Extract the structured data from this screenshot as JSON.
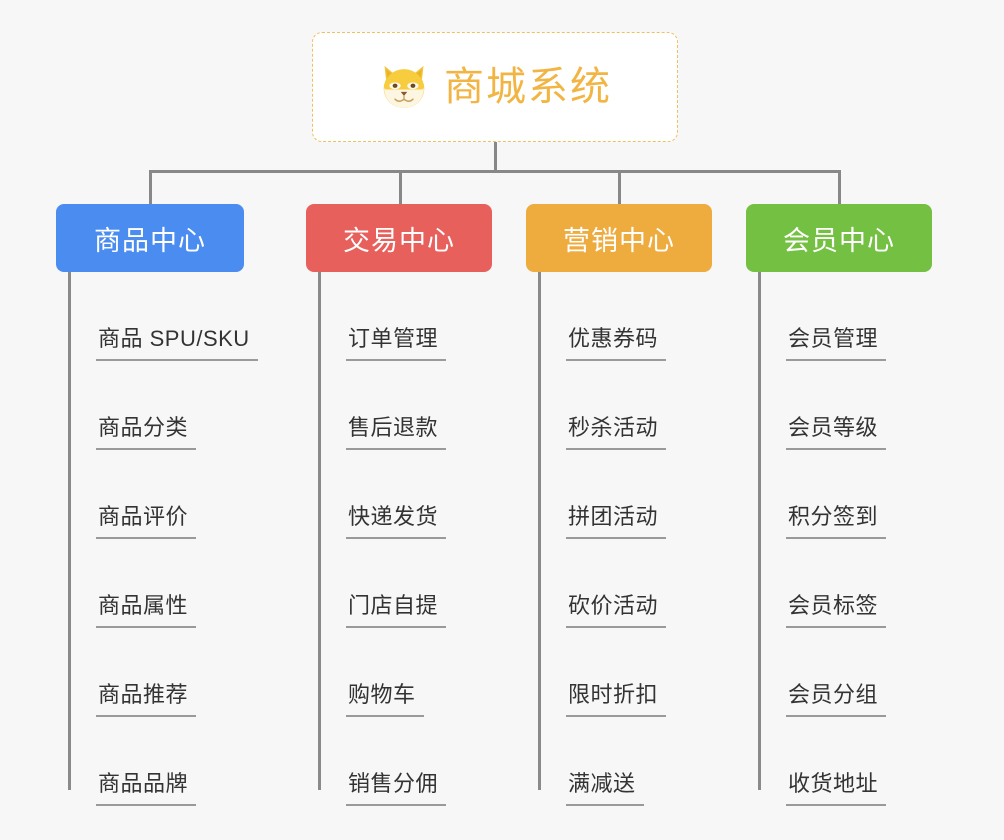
{
  "diagram": {
    "type": "mind-map",
    "background_color": "#f7f7f7",
    "root": {
      "title": "商城系统",
      "icon": "shiba-dog-emoji",
      "text_color": "#f2b544",
      "border_color": "#f0c060",
      "background_color": "#ffffff"
    },
    "connector_color": "#888888",
    "branches": [
      {
        "label": "商品中心",
        "color": "#4a8cf0",
        "text_color": "#ffffff",
        "items": [
          "商品 SPU/SKU",
          "商品分类",
          "商品评价",
          "商品属性",
          "商品推荐",
          "商品品牌"
        ]
      },
      {
        "label": "交易中心",
        "color": "#e8605c",
        "text_color": "#ffffff",
        "items": [
          "订单管理",
          "售后退款",
          "快递发货",
          "门店自提",
          "购物车",
          "销售分佣"
        ]
      },
      {
        "label": "营销中心",
        "color": "#eeab3e",
        "text_color": "#ffffff",
        "items": [
          "优惠券码",
          "秒杀活动",
          "拼团活动",
          "砍价活动",
          "限时折扣",
          "满减送"
        ]
      },
      {
        "label": "会员中心",
        "color": "#74c043",
        "text_color": "#ffffff",
        "items": [
          "会员管理",
          "会员等级",
          "积分签到",
          "会员标签",
          "会员分组",
          "收货地址"
        ]
      }
    ]
  }
}
